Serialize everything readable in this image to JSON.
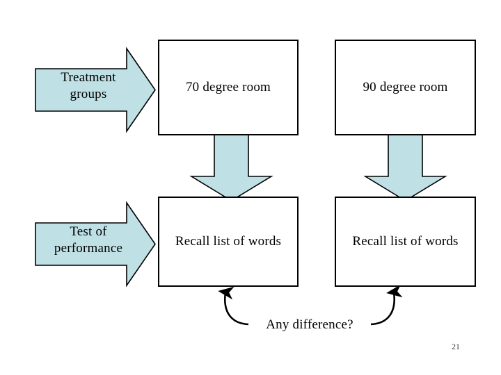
{
  "slide": {
    "page_number": "21",
    "colors": {
      "arrow_fill": "#bfe0e5",
      "arrow_stroke": "#000000",
      "box_stroke": "#000000",
      "box_fill": "#ffffff",
      "text": "#000000",
      "background": "#ffffff"
    }
  },
  "diagram": {
    "row_labels": [
      {
        "id": "treatment-groups",
        "line1": "Treatment",
        "line2": "groups",
        "shape": "right-arrow"
      },
      {
        "id": "test-of-performance",
        "line1": "Test of",
        "line2": "performance",
        "shape": "right-arrow"
      }
    ],
    "conditions": [
      {
        "id": "condition-70",
        "label": "70 degree room"
      },
      {
        "id": "condition-90",
        "label": "90 degree room"
      }
    ],
    "outcomes": [
      {
        "id": "outcome-left",
        "label": "Recall list of words"
      },
      {
        "id": "outcome-right",
        "label": "Recall list of words"
      }
    ],
    "connectors": [
      {
        "id": "down-arrow-left",
        "shape": "down-arrow"
      },
      {
        "id": "down-arrow-right",
        "shape": "down-arrow"
      },
      {
        "id": "curved-arrow-left",
        "shape": "curved-arrow-up"
      },
      {
        "id": "curved-arrow-right",
        "shape": "curved-arrow-up"
      }
    ],
    "question": "Any difference?"
  }
}
